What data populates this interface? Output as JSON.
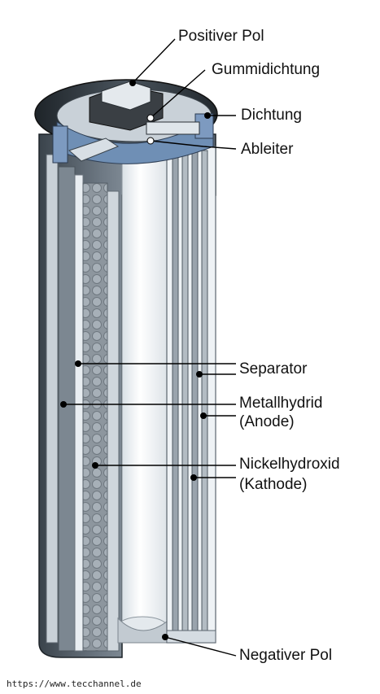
{
  "labels": {
    "positiver_pol": "Positiver Pol",
    "gummidichtung": "Gummidichtung",
    "dichtung": "Dichtung",
    "ableiter": "Ableiter",
    "separator": "Separator",
    "metallhydrid": "Metallhydrid",
    "anode": "(Anode)",
    "nickelhydroxid": "Nickelhydroxid",
    "kathode": "(Kathode)",
    "negativer_pol": "Negativer Pol"
  },
  "source": "https://www.tecchannel.de",
  "colors": {
    "casing_dark": "#2b3238",
    "casing_mid": "#7a8590",
    "casing_light": "#c9d1d8",
    "seal_blue": "#6f8fb5",
    "inner_white": "#f4f7f9",
    "plate_gray": "#a5aeb6",
    "leader": "#000000"
  }
}
